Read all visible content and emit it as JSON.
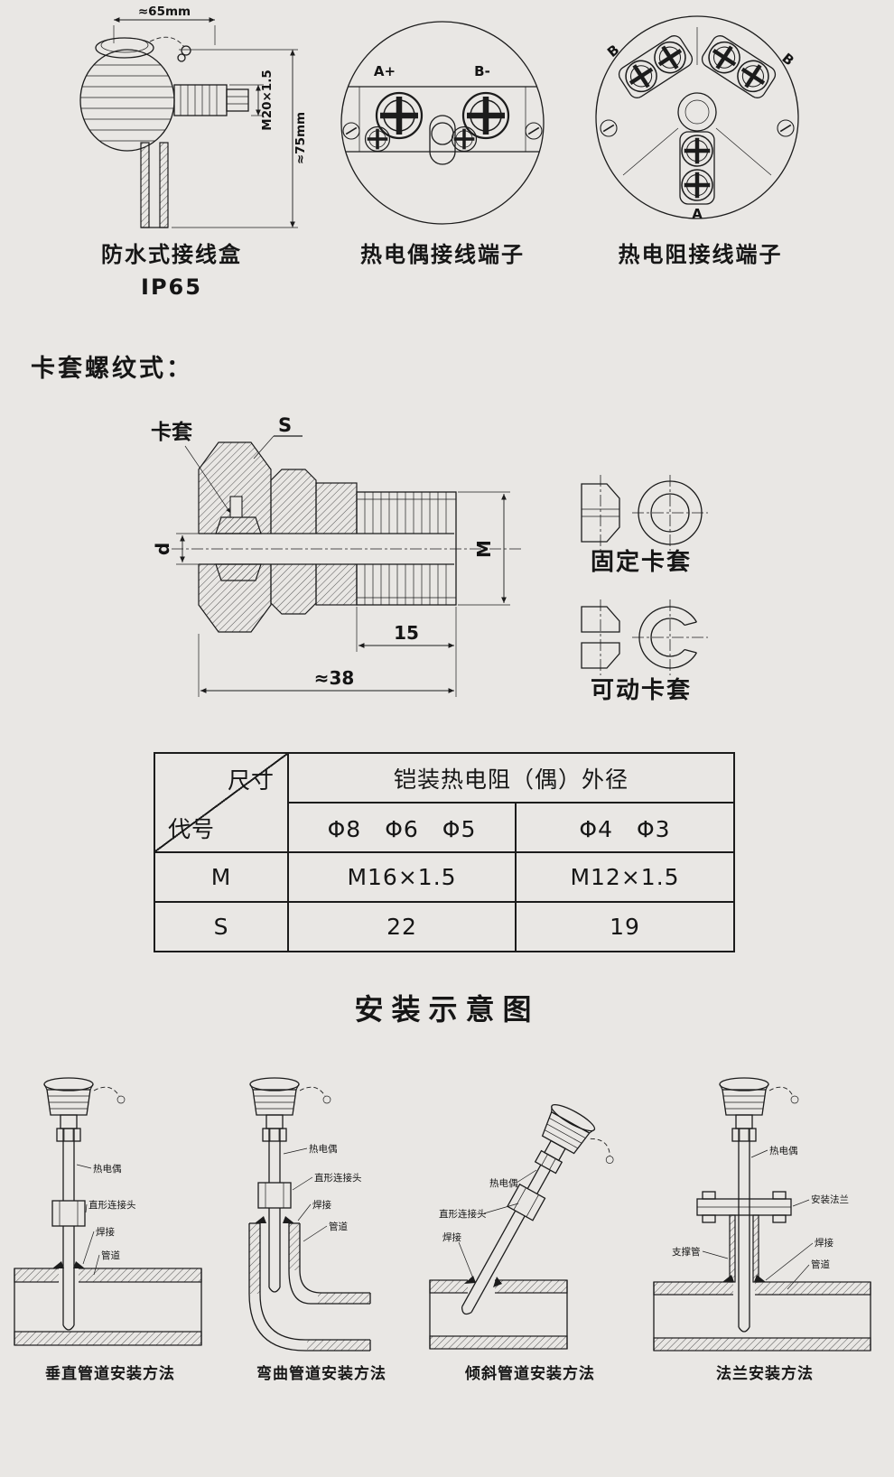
{
  "colors": {
    "background": "#e9e7e4",
    "line": "#1c1c1c"
  },
  "top": {
    "junction_box": {
      "dim_width": "≈65mm",
      "dim_thread": "M20×1.5",
      "dim_height": "≈75mm",
      "caption": "防水式接线盒",
      "rating": "IP65"
    },
    "tc_terminal": {
      "a": "A+",
      "b": "B-",
      "caption": "热电偶接线端子"
    },
    "rtd_terminal": {
      "b_left": "B",
      "b_right": "B",
      "a": "A",
      "caption": "热电阻接线端子"
    }
  },
  "ferrule": {
    "heading": "卡套螺纹式：",
    "ferrule_label": "卡套",
    "s": "S",
    "d": "d",
    "m": "M",
    "dim_15": "15",
    "dim_38": "≈38",
    "fixed_label": "固定卡套",
    "movable_label": "可动卡套"
  },
  "spec_table": {
    "corner_top": "尺寸",
    "corner_bottom": "代号",
    "span_header": "铠装热电阻（偶）外径",
    "dia_row": [
      "Φ8　Φ6　Φ5",
      "Φ4　Φ3"
    ],
    "m_row": {
      "label": "M",
      "values": [
        "M16×1.5",
        "M12×1.5"
      ]
    },
    "s_row": {
      "label": "S",
      "values": [
        "22",
        "19"
      ]
    }
  },
  "install": {
    "heading": "安装示意图",
    "diagrams": [
      {
        "caption": "垂直管道安装方法",
        "tc": "热电偶",
        "connector": "直形连接头",
        "weld": "焊接",
        "pipe": "管道"
      },
      {
        "caption": "弯曲管道安装方法",
        "tc": "热电偶",
        "connector": "直形连接头",
        "weld": "焊接",
        "pipe": "管道"
      },
      {
        "caption": "倾斜管道安装方法",
        "tc": "热电偶",
        "connector": "直形连接头",
        "weld": "焊接"
      },
      {
        "caption": "法兰安装方法",
        "tc": "热电偶",
        "flange": "安装法兰",
        "support": "支撑管",
        "weld": "焊接",
        "pipe": "管道"
      }
    ]
  }
}
